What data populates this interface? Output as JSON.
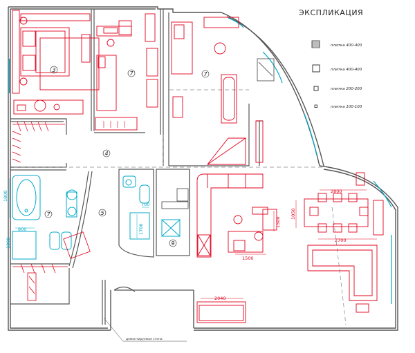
{
  "legend": {
    "title": "ЭКСПЛИКАЦИЯ",
    "items": [
      {
        "swatch": "hatched",
        "label": "плитка 400-400"
      },
      {
        "swatch": "large-square",
        "label": "плитка 400-400"
      },
      {
        "swatch": "medium-square",
        "label": "плитка 200-200"
      },
      {
        "swatch": "small-square",
        "label": "плитка 100-100"
      }
    ]
  },
  "rooms": [
    {
      "id": "bedroom",
      "number": "3"
    },
    {
      "id": "kids-room-1",
      "number": "7"
    },
    {
      "id": "kids-room-2",
      "number": "7"
    },
    {
      "id": "hall",
      "number": "4"
    },
    {
      "id": "bathroom",
      "number": "7"
    },
    {
      "id": "corridor",
      "number": "5"
    },
    {
      "id": "toilet",
      "number": "9"
    }
  ],
  "dimensions": {
    "tub": "1800",
    "vanity": "800",
    "bath_wall": "1000",
    "shower": "1700",
    "wc_niche": "700",
    "dining_width": "2800",
    "dining_height": "1050",
    "island_height": "1500",
    "island_width": "1500",
    "kitchen_span": "2700",
    "sofa": "2040"
  },
  "note": "демонтируемая стена",
  "colors": {
    "walls": "#555555",
    "furniture": "#e0001b",
    "plumbing": "#00a8c8",
    "glass": "#00a8c8"
  }
}
